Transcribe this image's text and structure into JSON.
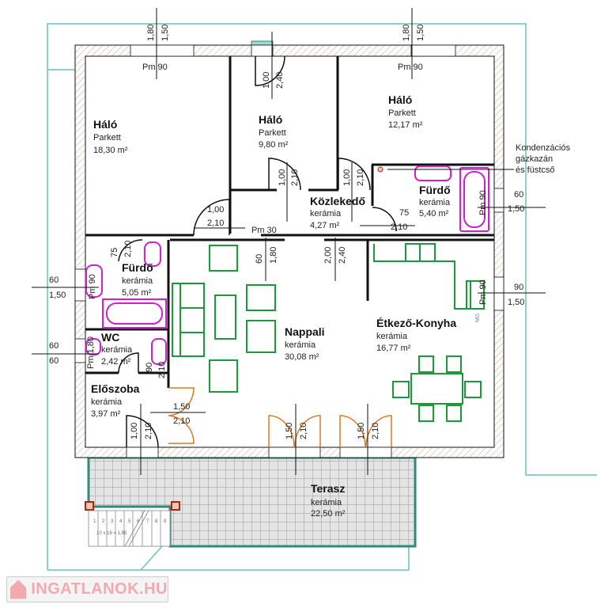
{
  "rooms": {
    "halo_left": {
      "name": "Háló",
      "floor": "Parkett",
      "area": "18,30 m²"
    },
    "halo_mid": {
      "name": "Háló",
      "floor": "Parkett",
      "area": "9,80 m²"
    },
    "halo_right": {
      "name": "Háló",
      "floor": "Parkett",
      "area": "12,17 m²"
    },
    "kozlekedo": {
      "name": "Közlekedő",
      "floor": "kerámia",
      "area": "4,27 m²"
    },
    "furdo_right": {
      "name": "Fürdő",
      "floor": "kerámia",
      "area": "5,40 m²"
    },
    "furdo_left": {
      "name": "Fürdő",
      "floor": "kerámia",
      "area": "5,05 m²"
    },
    "wc": {
      "name": "WC",
      "floor": "kerámia",
      "area": "2,42 m²"
    },
    "eloszoba": {
      "name": "Előszoba",
      "floor": "kerámia",
      "area": "3,97 m²"
    },
    "nappali": {
      "name": "Nappali",
      "floor": "kerámia",
      "area": "30,08 m²"
    },
    "etkezo": {
      "name": "Étkező-Konyha",
      "floor": "kerámia",
      "area": "16,77 m²"
    },
    "terasz": {
      "name": "Terasz",
      "floor": "kerámia",
      "area": "22,50 m²"
    }
  },
  "annotation": {
    "line1": "Kondenzációs",
    "line2": "gázkazán",
    "line3": "és füstcső"
  },
  "dims": [
    "1,80",
    "1,50",
    "Pm 90",
    "1,80",
    "1,50",
    "Pm 90",
    "1,00",
    "2,40",
    "1,00",
    "2,10",
    "1,00",
    "2,10",
    "1,00",
    "2,10",
    "Pm 30",
    "75",
    "2,10",
    "Pm 90",
    "60",
    "1,50",
    "90",
    "1,50",
    "Pm 90",
    "60",
    "1,50",
    "60",
    "60",
    "75",
    "2,10",
    "Pm 90",
    "Pm 1,80",
    "90",
    "2,10",
    "60",
    "1,80",
    "2,00",
    "2,40",
    "1,50",
    "2,10",
    "1,00",
    "2,10",
    "1,50",
    "2,10",
    "1,50",
    "2,10",
    "MG"
  ],
  "stairs": {
    "formula": "10 x 19 = 1,85",
    "steps": [
      "1",
      "2",
      "3",
      "4",
      "5",
      "6",
      "7",
      "8",
      "9"
    ]
  },
  "logo": "INGATLANOK.HU",
  "colors": {
    "furniture": "#1a9a3a",
    "sanitary": "#d21fd2",
    "doors": "#e07820",
    "site": "#6ac4b6"
  }
}
